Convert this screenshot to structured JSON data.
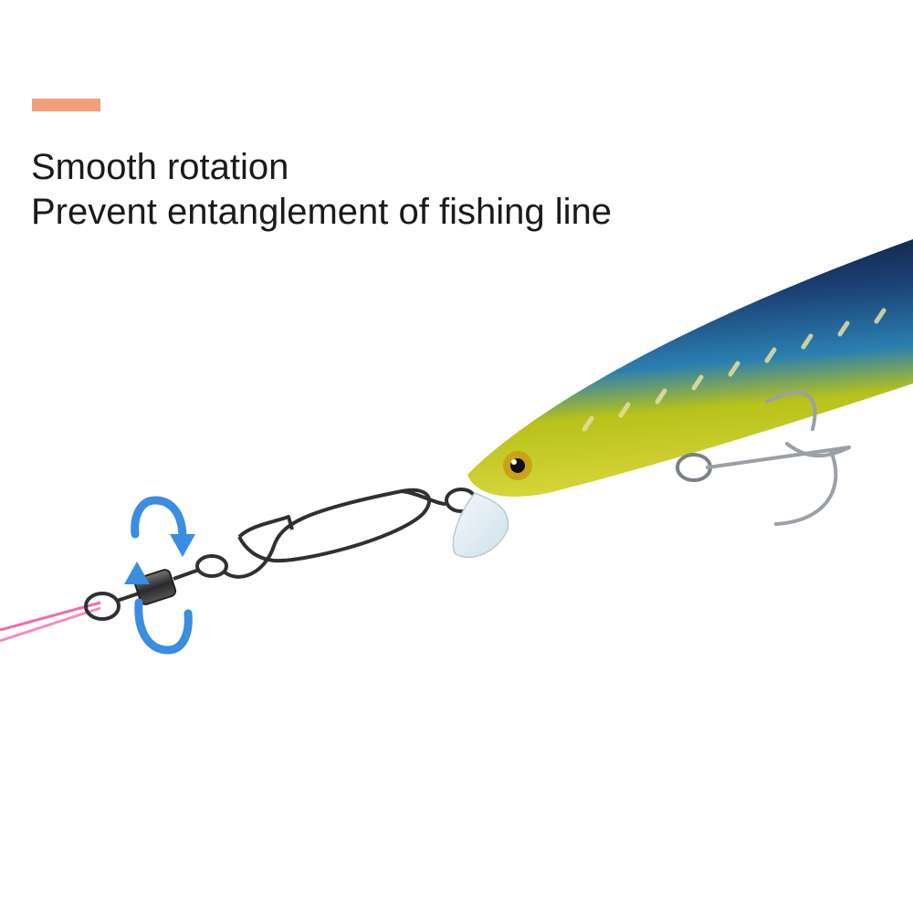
{
  "colors": {
    "accent": "#f0a07a",
    "text": "#1a1a1a",
    "rotation_arrow": "#3a8de0",
    "fishing_line": "#f06ab0",
    "lure_back": "#1b3f74",
    "lure_belly": "#c8cc1e",
    "hardware": "#2e3033"
  },
  "feature": {
    "line1": "Smooth rotation",
    "line2": "Prevent entanglement of fishing line"
  },
  "illustration": {
    "subject": "fishing lure with rolling swivel and snap connector",
    "icons": [
      "rotation-arrows-icon"
    ]
  }
}
